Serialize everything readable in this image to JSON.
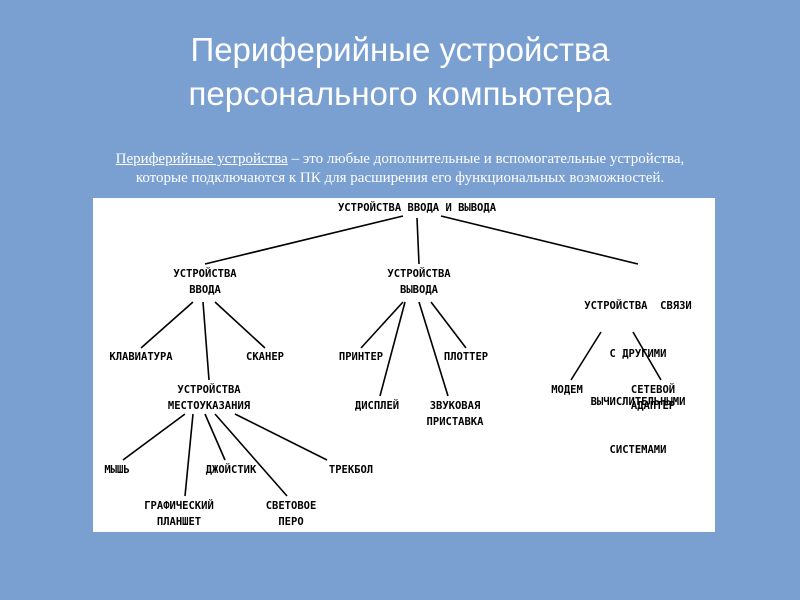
{
  "title": {
    "line1": "Периферийные устройства",
    "line2": "персонального компьютера"
  },
  "definition": {
    "term": "Периферийные устройства",
    "text_line1": " – это любые дополнительные и вспомогательные устройства,",
    "text_line2": "которые подключаются к ПК для расширения его функциональных возможностей."
  },
  "diagram": {
    "root": "УСТРОЙСТВА ВВОДА И ВЫВОДА",
    "input": {
      "line1": "УСТРОЙСТВА",
      "line2": "ВВОДА"
    },
    "output": {
      "line1": "УСТРОЙСТВА",
      "line2": "ВЫВОДА"
    },
    "comm": {
      "line1": "УСТРОЙСТВА  СВЯЗИ",
      "line2": "С ДРУГИМИ",
      "line3": "ВЫЧИСЛИТЕЛЬНЫМИ",
      "line4": "СИСТЕМАМИ"
    },
    "keyboard": "КЛАВИАТУРА",
    "scanner": "СКАНЕР",
    "pointing": {
      "line1": "УСТРОЙСТВА",
      "line2": "МЕСТОУКАЗАНИЯ"
    },
    "printer": "ПРИНТЕР",
    "plotter": "ПЛОТТЕР",
    "display": "ДИСПЛЕЙ",
    "sound": {
      "line1": "ЗВУКОВАЯ",
      "line2": "ПРИСТАВКА"
    },
    "modem": "МОДЕМ",
    "network": {
      "line1": "СЕТЕВОЙ",
      "line2": "АДАПТЕР"
    },
    "mouse": "МЫШЬ",
    "joystick": "ДЖОЙСТИК",
    "trackball": "ТРЕКБОЛ",
    "tablet": {
      "line1": "ГРАФИЧЕСКИЙ",
      "line2": "ПЛАНШЕТ"
    },
    "lightpen": {
      "line1": "СВЕТОВОЕ",
      "line2": "ПЕРО"
    }
  }
}
